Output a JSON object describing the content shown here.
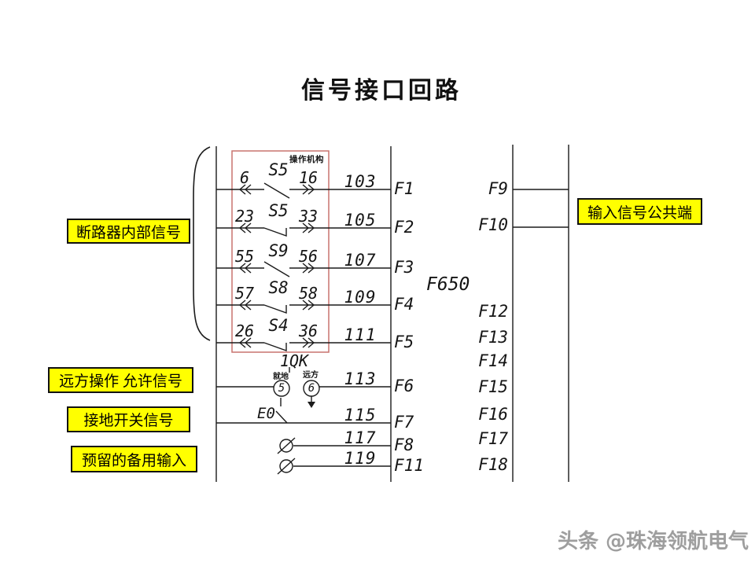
{
  "title": "信号接口回路",
  "watermark": "头条 @珠海领航电气",
  "annotations": {
    "breaker_internal": "断路器内部信号",
    "remote_permit": "远方操作 允许信号",
    "ground_switch": "接地开关信号",
    "reserved_input": "预留的备用输入",
    "common_terminal": "输入信号公共端"
  },
  "device_label": "F650",
  "mechanism_label": "操作机构",
  "selector": {
    "name": "1QK",
    "local_label": "就地",
    "remote_label": "远方",
    "local_contact": "5",
    "remote_contact": "6"
  },
  "earth_switch_label": "E0",
  "switch_rows": [
    {
      "name": "S5",
      "left_terminal": "6",
      "right_terminal": "16",
      "wire": "103",
      "input": "F1"
    },
    {
      "name": "S5",
      "left_terminal": "23",
      "right_terminal": "33",
      "wire": "105",
      "input": "F2"
    },
    {
      "name": "S9",
      "left_terminal": "55",
      "right_terminal": "56",
      "wire": "107",
      "input": "F3"
    },
    {
      "name": "S8",
      "left_terminal": "57",
      "right_terminal": "58",
      "wire": "109",
      "input": "F4"
    },
    {
      "name": "S4",
      "left_terminal": "26",
      "right_terminal": "36",
      "wire": "111",
      "input": "F5"
    }
  ],
  "aux_rows": [
    {
      "wire": "113",
      "input": "F6"
    },
    {
      "wire": "115",
      "input": "F7"
    },
    {
      "wire": "117",
      "input": "F8"
    },
    {
      "wire": "119",
      "input": "F11"
    }
  ],
  "common_inputs": [
    "F9",
    "F10"
  ],
  "spare_inputs": [
    "F12",
    "F13",
    "F14",
    "F15",
    "F16",
    "F17",
    "F18"
  ],
  "colors": {
    "highlight": "#ffff00",
    "annotation_box": "#c9736f",
    "line": "#1b1b1b",
    "watermark": "#9e9e9e"
  }
}
